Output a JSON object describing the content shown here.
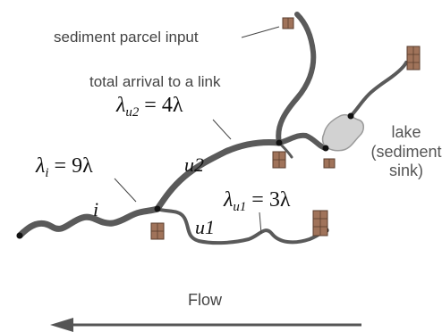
{
  "title_fragment": "(partially visible text at top edge)",
  "labels": {
    "sediment_input": "sediment parcel input",
    "total_arrival": "total arrival to a link",
    "lake_line1": "lake",
    "lake_line2": "(sediment",
    "lake_line3": "sink)",
    "flow": "Flow",
    "link_i": "i",
    "link_u2": "u2",
    "link_u1": "u1"
  },
  "equations": {
    "lambda_i": {
      "sym": "λ",
      "sub": "i",
      "rhs": "= 9λ"
    },
    "lambda_u2": {
      "sym": "λ",
      "sub": "u2",
      "rhs": "= 4λ"
    },
    "lambda_u1": {
      "sym": "λ",
      "sub": "u1",
      "rhs": "= 3λ"
    }
  },
  "colors": {
    "river": "#5a5a5a",
    "node": "#111111",
    "parcel": "#a0735a",
    "parcel_outline": "#5a3e2e",
    "lake_fill": "#d2d2d2",
    "lake_outline": "#9a9a9a",
    "arrow": "#555555"
  }
}
